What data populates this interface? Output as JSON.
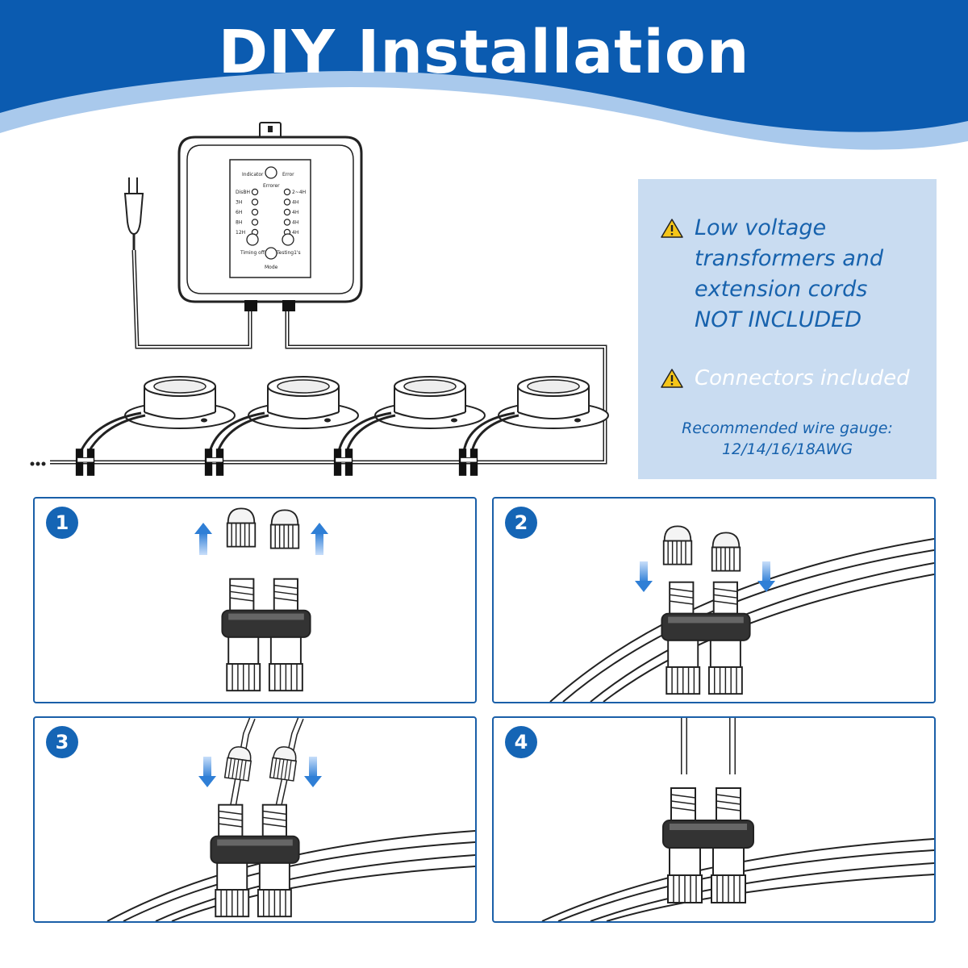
{
  "header": {
    "title": "DIY Installation"
  },
  "controller": {
    "top_left_label": "Indicator",
    "top_right_label": "Error",
    "center_button_label": "Errorer",
    "left_leds": [
      "DisBH",
      "3H",
      "6H",
      "8H",
      "12H"
    ],
    "right_leds": [
      "2~4H",
      "4H",
      "4H",
      "4H",
      "4H"
    ],
    "bottom_left_label": "Timing off",
    "bottom_right_label": "Testing1's",
    "mode_label": "Mode"
  },
  "info": {
    "warning_1": "Low voltage transformers and extension cords NOT INCLUDED",
    "warning_2": "Connectors included",
    "wire_gauge_line_1": "Recommended wire gauge:",
    "wire_gauge_line_2": "12/14/16/18AWG"
  },
  "steps": [
    {
      "number": "1"
    },
    {
      "number": "2"
    },
    {
      "number": "3"
    },
    {
      "number": "4"
    }
  ],
  "colors": {
    "header_blue": "#0b5bb0",
    "panel_bg": "#c9dcf1",
    "accent_blue": "#1565b5",
    "arrow_blue": "#3d8fdf",
    "warning_yellow": "#f5c518"
  }
}
